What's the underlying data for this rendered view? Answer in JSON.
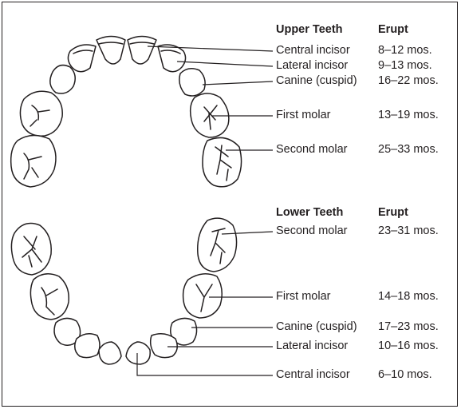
{
  "upper": {
    "header_teeth": "Upper Teeth",
    "header_erupt": "Erupt",
    "rows": [
      {
        "name": "Central incisor",
        "erupt": "8–12 mos."
      },
      {
        "name": "Lateral incisor",
        "erupt": "9–13 mos."
      },
      {
        "name": "Canine (cuspid)",
        "erupt": "16–22 mos."
      },
      {
        "name": "First molar",
        "erupt": "13–19 mos."
      },
      {
        "name": "Second molar",
        "erupt": "25–33 mos."
      }
    ]
  },
  "lower": {
    "header_teeth": "Lower Teeth",
    "header_erupt": "Erupt",
    "rows": [
      {
        "name": "Second molar",
        "erupt": "23–31 mos."
      },
      {
        "name": "First molar",
        "erupt": "14–18 mos."
      },
      {
        "name": "Canine (cuspid)",
        "erupt": "17–23 mos."
      },
      {
        "name": "Lateral incisor",
        "erupt": "10–16 mos."
      },
      {
        "name": "Central incisor",
        "erupt": "6–10 mos."
      }
    ]
  }
}
